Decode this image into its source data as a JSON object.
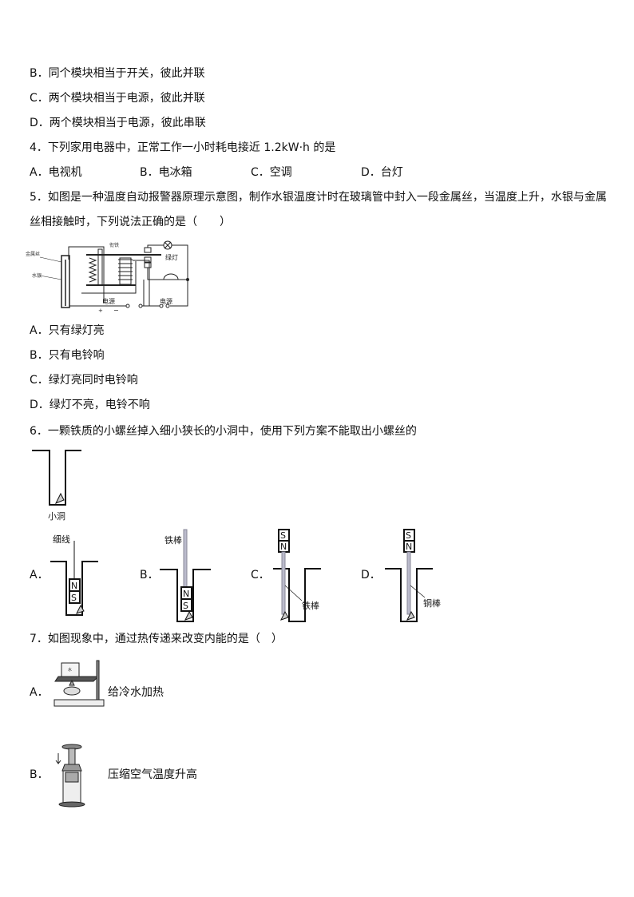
{
  "q3": {
    "B": "B．同个模块相当于开关，彼此并联",
    "C": "C．两个模块相当于电源，彼此并联",
    "D": "D．两个模块相当于电源，彼此串联"
  },
  "q4": {
    "stem": "4．下列家用电器中，正常工作一小时耗电接近 1.2kW·h 的是",
    "A": "A．电视机",
    "B": "B．电冰箱",
    "C": "C．空调",
    "D": "D．台灯"
  },
  "q5": {
    "stem1": "5．如图是一种温度自动报警器原理示意图，制作水银温度计时在玻璃管中封入一段金属丝，当温度上升，水银与金属",
    "stem2": "丝相接触时，下列说法正确的是（　　）",
    "figure": {
      "wire": "金属丝",
      "mercury": "水银",
      "armature": "衔铁",
      "green_lamp": "绿灯",
      "power1": "电源",
      "power2": "电源",
      "plus": "+",
      "minus": "−"
    },
    "A": "A．只有绿灯亮",
    "B": "B．只有电铃响",
    "C": "C．绿灯亮同时电铃响",
    "D": "D．绿灯不亮，电铃不响"
  },
  "q6": {
    "stem": "6．一颗铁质的小螺丝掉入细小狭长的小洞中，使用下列方案不能取出小螺丝的",
    "hole": "小洞",
    "A": "A．",
    "B": "B．",
    "C": "C．",
    "D": "D．",
    "thread": "细线",
    "iron_rod": "铁棒",
    "copper_rod": "铜棒",
    "N": "N",
    "S": "S"
  },
  "q7": {
    "stem": "7．如图现象中，通过热传递来改变内能的是（　）",
    "A": "A．",
    "A_caption": "给冷水加热",
    "B": "B．",
    "B_caption": "压缩空气温度升高",
    "water": "水"
  }
}
